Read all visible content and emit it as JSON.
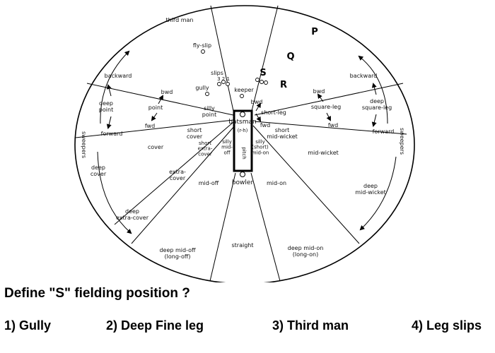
{
  "diagram": {
    "zone_labels": {
      "third_man": "third man",
      "backward_off": "backward",
      "deep_point": "deep\npoint",
      "forward_off": "forward",
      "sweepers_left": "sweepers",
      "deep_cover": "deep\ncover",
      "deep_extra_cover": "deep\nextra-cover",
      "deep_mid_off": "deep mid-off\n(long-off)",
      "straight": "straight",
      "deep_mid_on": "deep mid-on\n(long-on)",
      "deep_mid_wicket": "deep\nmid-wicket",
      "forward_leg": "forward",
      "sweepers_right": "sweepers",
      "deep_square_leg": "deep\nsquare-leg",
      "backward_leg": "backward"
    },
    "fielder_labels": {
      "fly_slip": "fly-slip",
      "slips": "slips",
      "slip_numbers": "3 2 1",
      "gully": "gully",
      "keeper": "keeper",
      "bwd_off": "bwd",
      "point": "point",
      "fwd_off": "fwd",
      "silly_point": "silly\npoint",
      "bwd_leg_near": "bwd",
      "short_leg": "short-leg",
      "fwd_leg_near": "fwd",
      "batsman": "batsman",
      "rh": "(r-h)",
      "short_cover": "short\ncover",
      "short_extra_cover": "short\nextra-\ncover",
      "silly_mid_off": "silly\nmid-\noff",
      "pitch": "pitch",
      "silly_mid_on": "silly\n(short)\nmid-on",
      "short_mid_wicket": "short\nmid-wicket",
      "cover": "cover",
      "extra_cover": "extra-\ncover",
      "mid_off": "mid-off",
      "bowler": "bowler",
      "mid_on": "mid-on",
      "mid_wicket": "mid-wicket",
      "bwd_leg": "bwd",
      "square_leg": "square-leg",
      "fwd_leg": "fwd"
    },
    "markers": {
      "p": "P",
      "q": "Q",
      "s": "S",
      "r": "R"
    }
  },
  "question": {
    "text": "Define \"S\" fielding position ?",
    "options": [
      "1) Gully",
      "2) Deep Fine leg",
      "3) Third man",
      "4) Leg slips"
    ]
  }
}
